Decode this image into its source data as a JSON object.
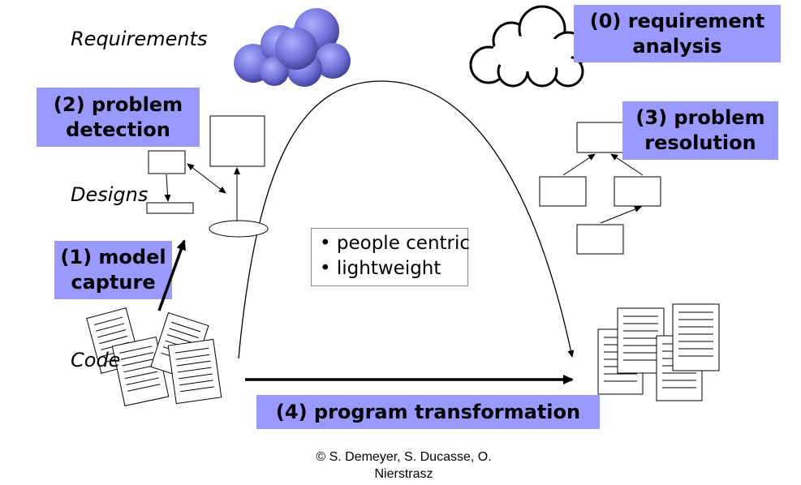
{
  "labels": {
    "requirements": "Requirements",
    "designs": "Designs",
    "code": "Code"
  },
  "steps": {
    "requirement_analysis": [
      "(0) requirement",
      "analysis"
    ],
    "model_capture": [
      "(1) model",
      "capture"
    ],
    "problem_detection": [
      "(2) problem",
      "detection"
    ],
    "problem_resolution": [
      "(3) problem",
      "resolution"
    ],
    "program_transformation": "(4) program transformation"
  },
  "bullets": [
    "• people centric",
    "• lightweight"
  ],
  "copyright": [
    "© S. Demeyer, S. Ducasse, O.",
    "Nierstrasz"
  ],
  "colors": {
    "step_box": "#9999ff",
    "filled_cloud": "#6b6bd6",
    "line": "#000000"
  },
  "icons": {
    "filled_cloud": "cloud-filled-icon",
    "outline_cloud": "cloud-outline-icon",
    "document_stack": "document-stack-icon"
  }
}
